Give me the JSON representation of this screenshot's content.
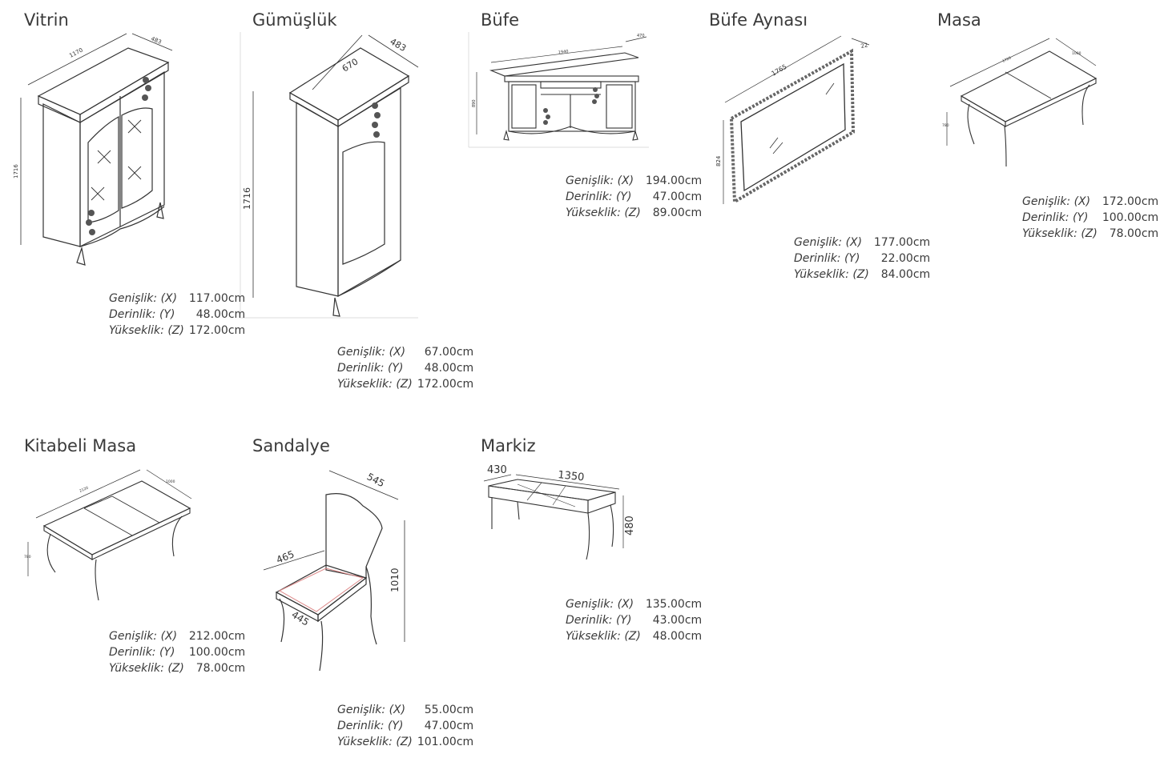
{
  "labels": {
    "x": "Genişlik: (X)",
    "y": "Derinlik: (Y)",
    "z": "Yükseklik: (Z)"
  },
  "products": [
    {
      "title": "Vitrin",
      "width": "117.00cm",
      "depth": "48.00cm",
      "height": "172.00cm",
      "dims": [
        "1170",
        "483",
        "1716"
      ]
    },
    {
      "title": "Gümüşlük",
      "width": "67.00cm",
      "depth": "48.00cm",
      "height": "172.00cm",
      "dims": [
        "670",
        "483",
        "1716"
      ]
    },
    {
      "title": "Büfe",
      "width": "194.00cm",
      "depth": "47.00cm",
      "height": "89.00cm",
      "dims": [
        "1940",
        "470",
        "890"
      ]
    },
    {
      "title": "Büfe Aynası",
      "width": "177.00cm",
      "depth": "22.00cm",
      "height": "84.00cm",
      "dims": [
        "1765",
        "22",
        "824"
      ]
    },
    {
      "title": "Masa",
      "width": "172.00cm",
      "depth": "100.00cm",
      "height": "78.00cm",
      "dims": [
        "1720",
        "1000",
        "780"
      ]
    },
    {
      "title": "Kitabeli Masa",
      "width": "212.00cm",
      "depth": "100.00cm",
      "height": "78.00cm",
      "dims": [
        "2120",
        "1000",
        "780"
      ]
    },
    {
      "title": "Sandalye",
      "width": "55.00cm",
      "depth": "47.00cm",
      "height": "101.00cm",
      "dims": [
        "545",
        "465",
        "445",
        "1010"
      ]
    },
    {
      "title": "Markiz",
      "width": "135.00cm",
      "depth": "43.00cm",
      "height": "48.00cm",
      "dims": [
        "430",
        "1350",
        "480"
      ]
    }
  ]
}
